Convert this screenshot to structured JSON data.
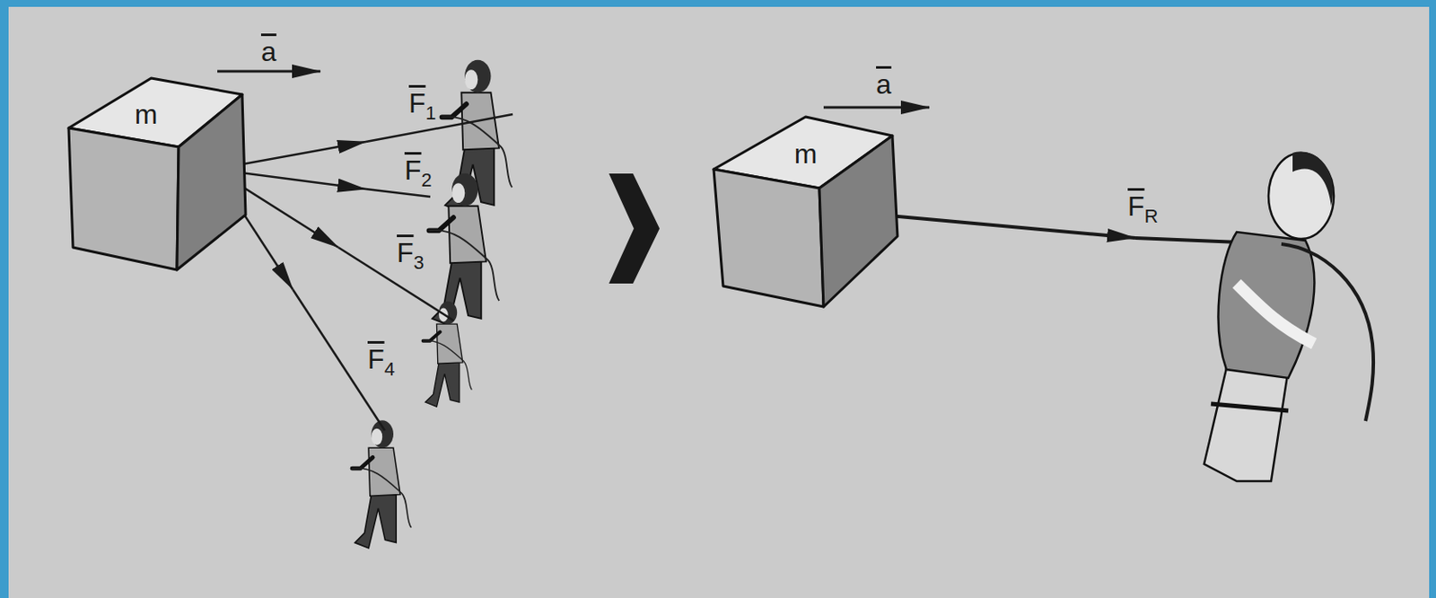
{
  "diagram": {
    "nodes": [
      {
        "text": [
          "m"
        ]
      },
      {
        "text": [
          "m"
        ]
      }
    ],
    "labels": [
      "a",
      "F1",
      "F2",
      "F3",
      "F4",
      "a",
      "FR"
    ]
  }
}
